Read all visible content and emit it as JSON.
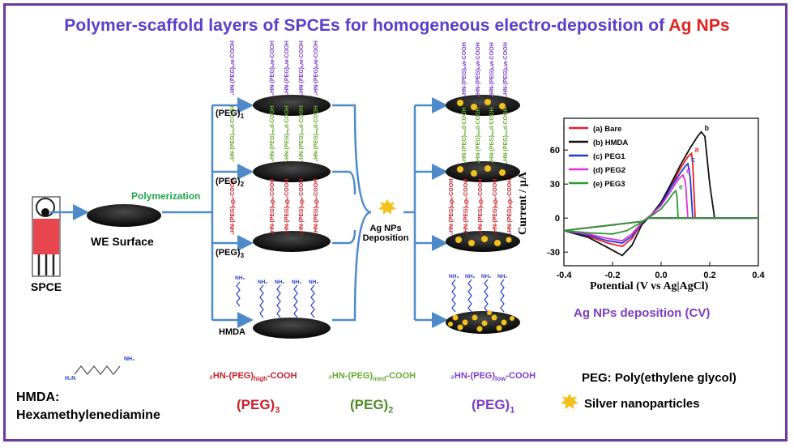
{
  "title": {
    "main": "Polymer-scaffold layers of SPCEs for homogeneous electro-deposition of",
    "highlight": "Ag NPs"
  },
  "labels": {
    "spce": "SPCE",
    "polymerization": "Polymerization",
    "we_surface": "WE Surface",
    "peg1": "(PEG)",
    "peg1_sub": "1",
    "peg2": "(PEG)",
    "peg2_sub": "2",
    "peg3": "(PEG)",
    "peg3_sub": "3",
    "hmda": "HMDA",
    "deposition_line1": "Ag NPs",
    "deposition_line2": "Deposition",
    "chain_peg_low": "₂HN-(PEG)ₗₒw-COOH",
    "chain_peg_med": "₂HN-(PEG)ₘₑd-COOH",
    "chain_peg_high": "₂HN-(PEG)ₕᵢgₕ-COOH",
    "chain_nh2": "NH₂"
  },
  "legend": {
    "hmda_formula_left": "H₂N",
    "hmda_formula_right": "NH₂",
    "hmda_line1": "HMDA:",
    "hmda_line2": "Hexamethylenediamine",
    "peg_high_formula_pre": "₂HN-(PEG)",
    "peg_high_formula_sub": "high",
    "peg_high_formula_post": "-COOH",
    "peg_high_name": "(PEG)",
    "peg_high_sub": "3",
    "peg_med_formula_pre": "₂HN-(PEG)",
    "peg_med_formula_sub": "med",
    "peg_med_formula_post": "-COOH",
    "peg_med_name": "(PEG)",
    "peg_med_sub": "2",
    "peg_low_formula_pre": "₂HN-(PEG)",
    "peg_low_formula_sub": "low",
    "peg_low_formula_post": "-COOH",
    "peg_low_name": "(PEG)",
    "peg_low_sub": "1",
    "peg_definition": "PEG: Poly(ethylene glycol)",
    "silver_np": "Silver nanoparticles"
  },
  "colors": {
    "peg1": "#7a3ec4",
    "peg2": "#6aa832",
    "peg3": "#c8202b",
    "hmda": "#2a3ec8",
    "arrow": "#4f8ac8",
    "np": "#f2c21a",
    "title": "#5a3ec8",
    "title_highlight": "#e0201c"
  },
  "cv_caption": "Ag NPs deposition (CV)",
  "chart_data": {
    "type": "line",
    "xlabel": "Potential (V vs Ag|AgCl)",
    "ylabel": "Current / µA",
    "xlim": [
      -0.4,
      0.4
    ],
    "ylim": [
      -42,
      88
    ],
    "xticks": [
      "-0.4",
      "-0.2",
      "0.0",
      "0.2",
      "0.4"
    ],
    "xtick_values": [
      -0.4,
      -0.2,
      0.0,
      0.2,
      0.4
    ],
    "yticks": [
      "-30",
      "0",
      "30",
      "60"
    ],
    "ytick_values": [
      -30,
      0,
      30,
      60
    ],
    "legend_position": "top-left",
    "series": [
      {
        "name": "(a) Bare",
        "tag": "a",
        "color": "#e8202a",
        "x": [
          -0.4,
          -0.3,
          -0.22,
          -0.16,
          -0.12,
          -0.08,
          -0.04,
          0.0,
          0.04,
          0.08,
          0.11,
          0.125,
          0.13,
          0.14,
          0.2,
          0.4
        ],
        "y": [
          -11,
          -16,
          -22,
          -25,
          -18,
          -4,
          3,
          12,
          28,
          44,
          54,
          57,
          48,
          0,
          0,
          0
        ]
      },
      {
        "name": "(b) HMDA",
        "tag": "b",
        "color": "#111111",
        "x": [
          -0.4,
          -0.3,
          -0.22,
          -0.16,
          -0.12,
          -0.08,
          -0.04,
          0.0,
          0.04,
          0.08,
          0.12,
          0.15,
          0.165,
          0.18,
          0.2,
          0.22,
          0.4
        ],
        "y": [
          -11,
          -17,
          -26,
          -33,
          -24,
          -6,
          3,
          14,
          30,
          47,
          62,
          72,
          76,
          72,
          30,
          0,
          0
        ]
      },
      {
        "name": "(c) PEG1",
        "tag": "c",
        "color": "#1f3ad0",
        "x": [
          -0.4,
          -0.3,
          -0.22,
          -0.16,
          -0.12,
          -0.08,
          -0.04,
          0.0,
          0.04,
          0.08,
          0.1,
          0.11,
          0.12,
          0.13,
          0.4
        ],
        "y": [
          -11,
          -15,
          -20,
          -22,
          -16,
          -4,
          3,
          12,
          27,
          40,
          46,
          48,
          35,
          0,
          0
        ]
      },
      {
        "name": "(d) PEG2",
        "tag": "d",
        "color": "#e030d8",
        "x": [
          -0.4,
          -0.3,
          -0.22,
          -0.16,
          -0.12,
          -0.08,
          -0.04,
          0.0,
          0.04,
          0.07,
          0.09,
          0.1,
          0.11,
          0.4
        ],
        "y": [
          -11,
          -14,
          -18,
          -20,
          -14,
          -4,
          3,
          11,
          24,
          34,
          38,
          32,
          0,
          0
        ]
      },
      {
        "name": "(e) PEG3",
        "tag": "e",
        "color": "#2f9a32",
        "x": [
          -0.4,
          -0.3,
          -0.2,
          -0.14,
          -0.1,
          -0.06,
          -0.04,
          0.0,
          0.03,
          0.05,
          0.06,
          0.065,
          0.07,
          0.4
        ],
        "y": [
          -11,
          -13,
          -14,
          -11,
          -6,
          -1,
          2,
          8,
          16,
          22,
          24,
          20,
          0,
          0
        ]
      }
    ]
  }
}
